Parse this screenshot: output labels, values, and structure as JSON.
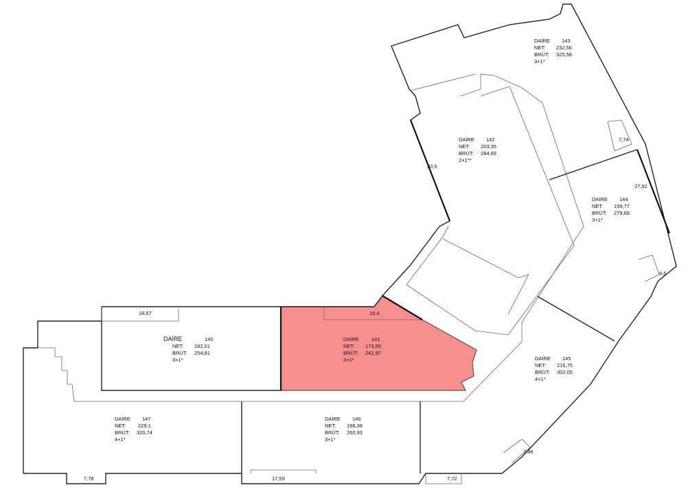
{
  "highlight_color": "#f78f8f",
  "units": [
    {
      "id": "140",
      "title": "DAİRE",
      "no": "140",
      "net_label": "NET:",
      "net": "182,01",
      "brut_label": "BRÜT:",
      "brut": "254,81",
      "type": "3+1*"
    },
    {
      "id": "141",
      "title": "DAİRE",
      "no": "141",
      "net_label": "NET:",
      "net": "173,55",
      "brut_label": "BRÜT:",
      "brut": "242,97",
      "type": "2+1*"
    },
    {
      "id": "142",
      "title": "DAİRE",
      "no": "142",
      "net_label": "NET:",
      "net": "203,35",
      "brut_label": "BRÜT:",
      "brut": "284,69",
      "type": "2+1**"
    },
    {
      "id": "143",
      "title": "DAİRE",
      "no": "143",
      "net_label": "NET:",
      "net": "232,56",
      "brut_label": "BRÜT:",
      "brut": "325,58",
      "type": "3+1*"
    },
    {
      "id": "144",
      "title": "DAİRE",
      "no": "144",
      "net_label": "NET:",
      "net": "199,77",
      "brut_label": "BRÜT:",
      "brut": "279,68",
      "type": "3+1*"
    },
    {
      "id": "145",
      "title": "DAİRE",
      "no": "145",
      "net_label": "NET:",
      "net": "215,75",
      "brut_label": "BRÜT:",
      "brut": "302,05",
      "type": "4+1*"
    },
    {
      "id": "146",
      "title": "DAİRE",
      "no": "146",
      "net_label": "NET:",
      "net": "186,38",
      "brut_label": "BRÜT:",
      "brut": "260,93",
      "type": "3+1*"
    },
    {
      "id": "147",
      "title": "DAİRE",
      "no": "147",
      "net_label": "NET:",
      "net": "229,1",
      "brut_label": "BRÜT:",
      "brut": "320,74",
      "type": "4+1*"
    }
  ],
  "dimensions": {
    "d_18_57": "18,57",
    "d_19_4": "19,4",
    "d_30_5": "30,5",
    "d_7_74": "7,74",
    "d_27_92": "27,92",
    "d_9_6": "9,6",
    "d_7_46": "7,46",
    "d_7_78": "7,78",
    "d_17_59": "17,59",
    "d_7_72": "7,72"
  }
}
